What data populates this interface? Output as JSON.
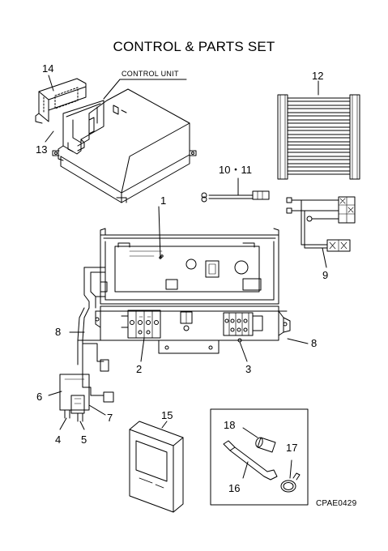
{
  "title": "CONTROL & PARTS SET",
  "control_unit_label": "CONTROL UNIT",
  "callouts": {
    "c1": "1",
    "c2": "2",
    "c3": "3",
    "c4": "4",
    "c5": "5",
    "c6": "6",
    "c7": "7",
    "c8a": "8",
    "c8b": "8",
    "c9": "9",
    "c10_11": "10・11",
    "c12": "12",
    "c13": "13",
    "c14": "14",
    "c15": "15",
    "c16": "16",
    "c17": "17",
    "c18": "18"
  },
  "drawing_code": "CPAE0429"
}
